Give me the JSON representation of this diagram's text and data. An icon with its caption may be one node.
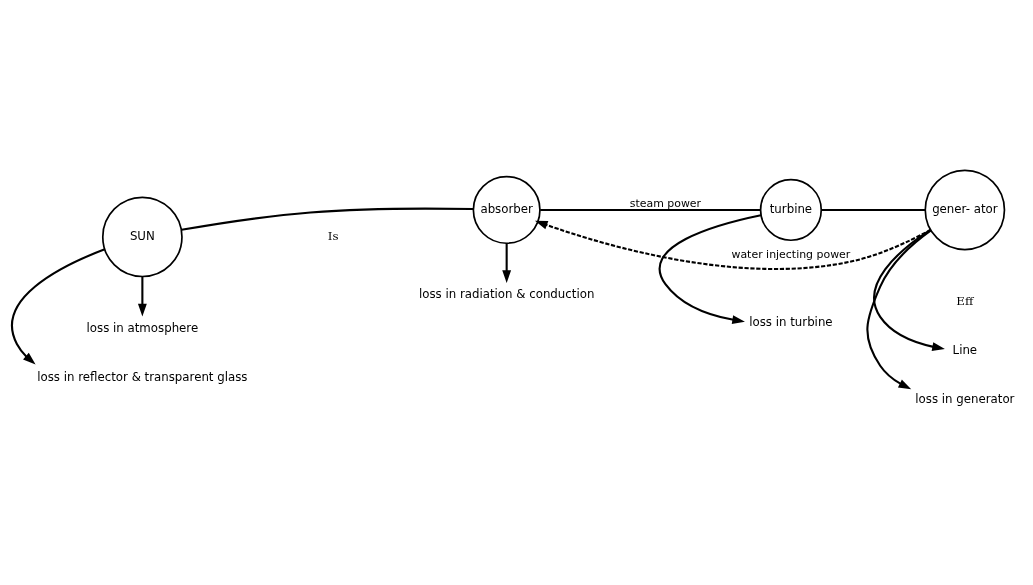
{
  "diagram": {
    "nodes": [
      {
        "text": [
          "SUN"
        ]
      },
      {
        "text": [
          "absorber"
        ]
      },
      {
        "text": [
          "turbine"
        ]
      },
      {
        "text": [
          "gener- ator"
        ]
      },
      {
        "text": [
          "Line"
        ]
      },
      {
        "text": [
          "loss in atmosphere"
        ]
      },
      {
        "text": [
          "loss in reflector & transparent glass"
        ]
      },
      {
        "text": [
          "loss in radiation & conduction"
        ]
      },
      {
        "text": [
          "loss in turbine"
        ]
      },
      {
        "text": [
          "loss in generator"
        ]
      }
    ],
    "edges": [
      {
        "from": 0,
        "to": 1,
        "arrow": "none"
      },
      {
        "from": 1,
        "to": 2,
        "arrow": "none",
        "label": "steam power"
      },
      {
        "from": 2,
        "to": 3,
        "arrow": "none"
      },
      {
        "from": 3,
        "to": 4,
        "arrow": "to"
      },
      {
        "from": 3,
        "to": 1,
        "arrow": "to",
        "label": "water injecting power",
        "style": "dashed"
      },
      {
        "from": 0,
        "to": 5,
        "arrow": "to"
      },
      {
        "from": 0,
        "to": 6,
        "arrow": "to"
      },
      {
        "from": 1,
        "to": 7,
        "arrow": "to"
      },
      {
        "from": 2,
        "to": 8,
        "arrow": "to"
      },
      {
        "from": 3,
        "to": 9,
        "arrow": "to"
      }
    ],
    "labels": [
      "Is",
      "Eff"
    ]
  }
}
